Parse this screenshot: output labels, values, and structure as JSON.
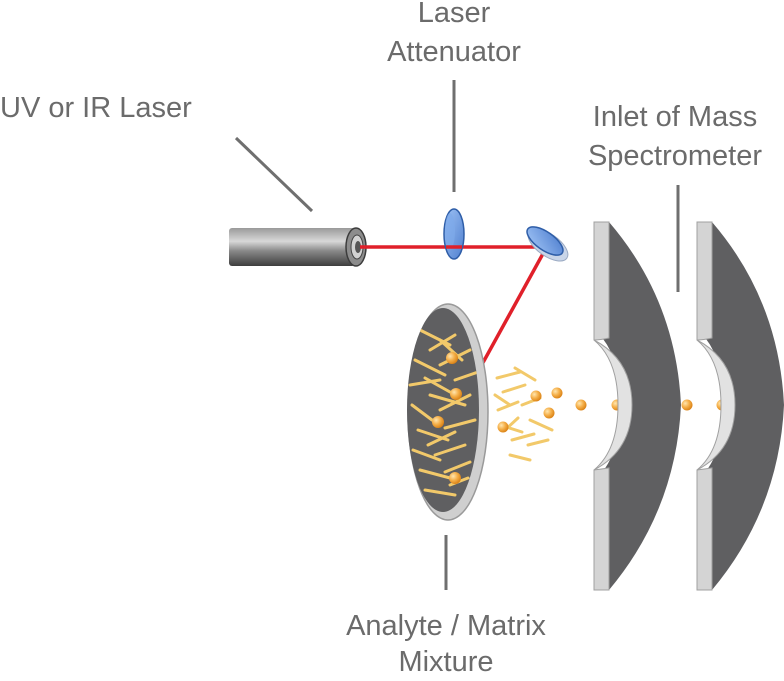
{
  "labels": {
    "laser": "UV or IR Laser",
    "attenuator_line1": "Laser",
    "attenuator_line2": "Attenuator",
    "inlet_line1": "Inlet of Mass",
    "inlet_line2": "Spectrometer",
    "mixture_line1": "Analyte / Matrix",
    "mixture_line2": "Mixture"
  },
  "colors": {
    "beam": "#e0202a",
    "label_text": "#6b6b6b",
    "leader_line": "#6f6f6f",
    "plate_fill": "#5f5f61",
    "lens_fill": "#6f9fe0",
    "crystal": "#f2c96a",
    "ion": "#f0a032"
  }
}
